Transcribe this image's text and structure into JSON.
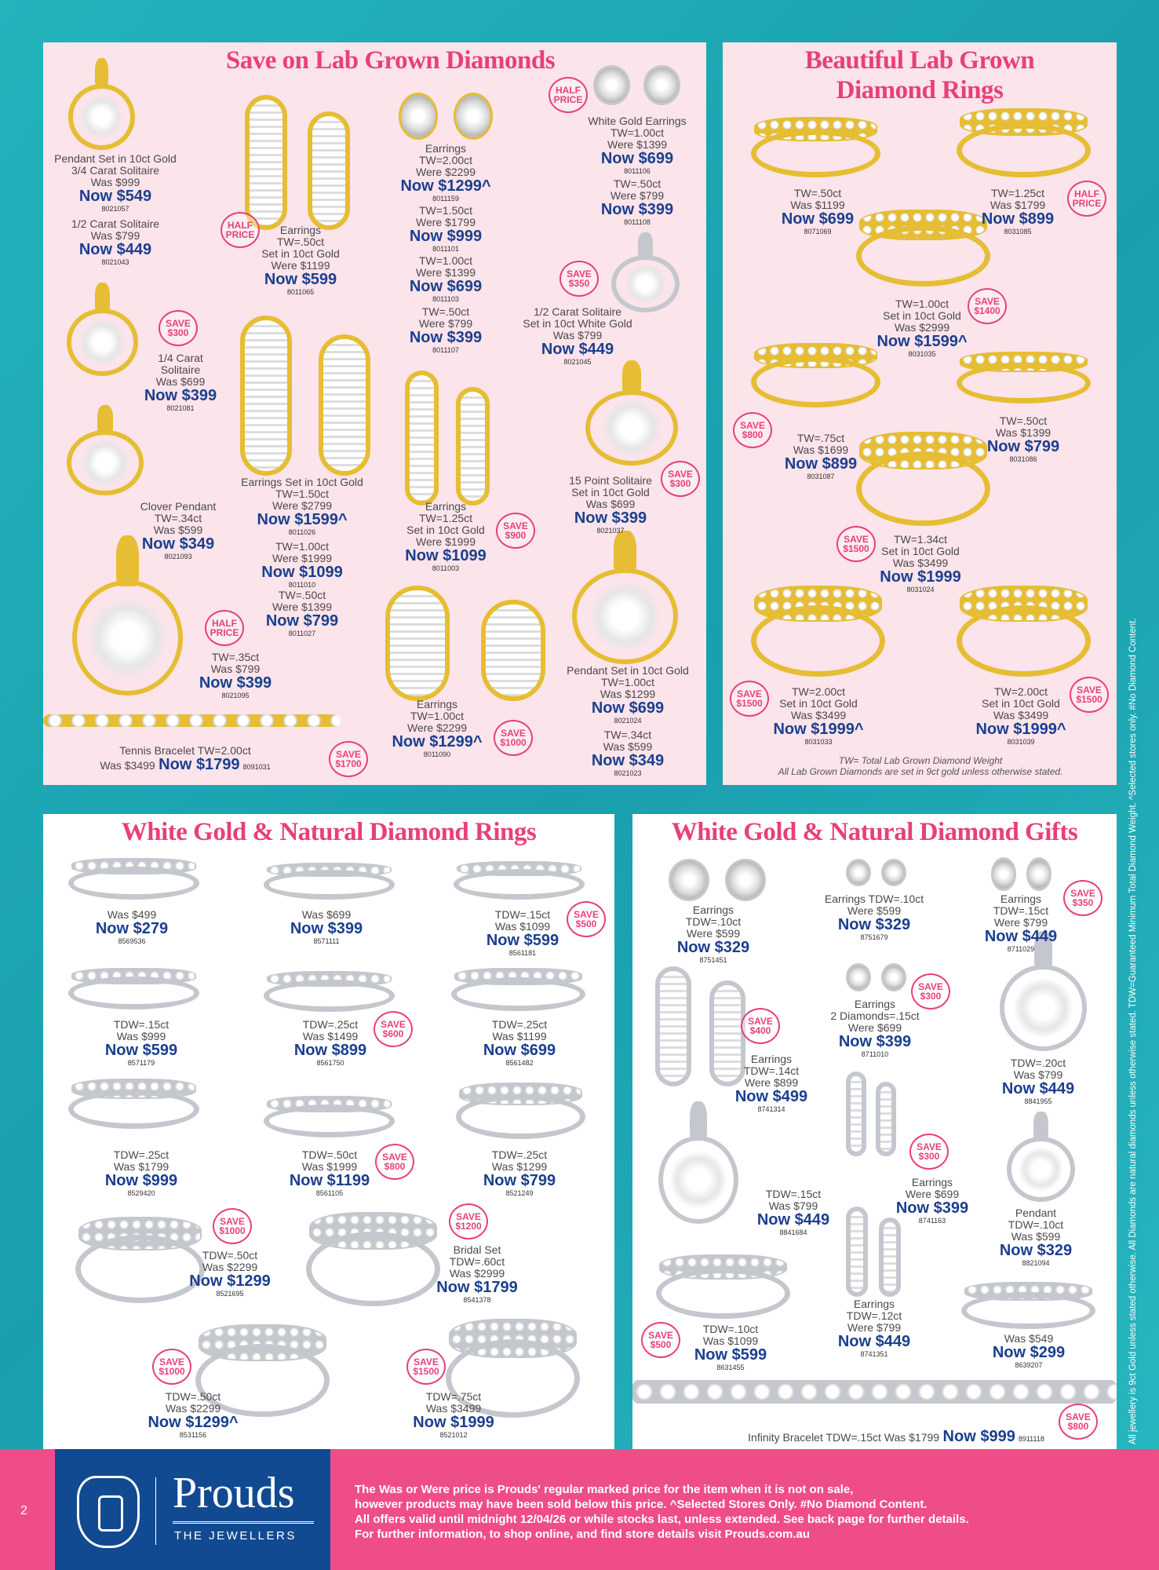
{
  "panels": [
    {
      "title": "Save on Lab Grown Diamonds",
      "products": [
        {
          "lines": [
            "Pendant Set in 10ct Gold",
            "3/4 Carat Solitaire",
            "Was $999"
          ],
          "now": "Now $549",
          "code": "8021057"
        },
        {
          "lines": [
            "1/2 Carat Solitaire",
            "Was $799"
          ],
          "now": "Now $449",
          "code": "8021043"
        },
        {
          "lines": [
            "Earrings",
            "TW=.50ct",
            "Set in 10ct Gold",
            "Were $1199"
          ],
          "now": "Now $599",
          "code": "8011065",
          "badge": [
            "HALF",
            "PRICE"
          ]
        },
        {
          "lines": [
            "Earrings",
            "TW=2.00ct",
            "Were $2299"
          ],
          "now": "Now $1299^",
          "code": "8011159"
        },
        {
          "lines": [
            "TW=1.50ct",
            "Were $1799"
          ],
          "now": "Now $999",
          "code": "8011101"
        },
        {
          "lines": [
            "TW=1.00ct",
            "Were $1399"
          ],
          "now": "Now $699",
          "code": "8011103"
        },
        {
          "lines": [
            "TW=.50ct",
            "Were $799"
          ],
          "now": "Now $399",
          "code": "8011107"
        },
        {
          "lines": [
            "White Gold Earrings",
            "TW=1.00ct",
            "Were $1399"
          ],
          "now": "Now $699",
          "code": "8011106",
          "badge": [
            "HALF",
            "PRICE"
          ]
        },
        {
          "lines": [
            "TW=.50ct",
            "Were $799"
          ],
          "now": "Now $399",
          "code": "8011108"
        },
        {
          "lines": [
            "1/2 Carat Solitaire",
            "Set in 10ct White Gold",
            "Was $799"
          ],
          "now": "Now $449",
          "code": "8021045",
          "badge": [
            "SAVE",
            "$350"
          ]
        },
        {
          "lines": [
            "1/4 Carat",
            "Solitaire",
            "Was $699"
          ],
          "now": "Now $399",
          "code": "8021081",
          "badge": [
            "SAVE",
            "$300"
          ]
        },
        {
          "lines": [
            "Clover Pendant",
            "TW=.34ct",
            "Was $599"
          ],
          "now": "Now $349",
          "code": "8021093"
        },
        {
          "lines": [
            "Earrings Set in 10ct Gold",
            "TW=1.50ct",
            "Were $2799"
          ],
          "now": "Now $1599^",
          "code": "8011026"
        },
        {
          "lines": [
            "TW=1.00ct",
            "Were $1999"
          ],
          "now": "Now $1099",
          "code": "8011010"
        },
        {
          "lines": [
            "TW=.50ct",
            "Were $1399"
          ],
          "now": "Now $799",
          "code": "8011027"
        },
        {
          "lines": [
            "TW=.35ct",
            "Was $799"
          ],
          "now": "Now $399",
          "code": "8021095",
          "badge": [
            "HALF",
            "PRICE"
          ]
        },
        {
          "lines": [
            "Tennis Bracelet TW=2.00ct"
          ],
          "prefix": "Was $3499",
          "now": "Now $1799",
          "code": "8091031",
          "badge": [
            "SAVE",
            "$1700"
          ]
        },
        {
          "lines": [
            "Earrings",
            "TW=1.25ct",
            "Set in 10ct Gold",
            "Were $1999"
          ],
          "now": "Now $1099",
          "code": "8011003",
          "badge": [
            "SAVE",
            "$900"
          ]
        },
        {
          "lines": [
            "15 Point Solitaire",
            "Set in 10ct Gold",
            "Was $699"
          ],
          "now": "Now $399",
          "code": "8021037",
          "badge": [
            "SAVE",
            "$300"
          ]
        },
        {
          "lines": [
            "Earrings",
            "TW=1.00ct",
            "Were $2299"
          ],
          "now": "Now $1299^",
          "code": "8011090",
          "badge": [
            "SAVE",
            "$1000"
          ]
        },
        {
          "lines": [
            "Pendant Set in 10ct Gold",
            "TW=1.00ct",
            "Was $1299"
          ],
          "now": "Now $699",
          "code": "8021024"
        },
        {
          "lines": [
            "TW=.34ct",
            "Was $599"
          ],
          "now": "Now $349",
          "code": "8021023"
        }
      ]
    },
    {
      "title": "Beautiful Lab Grown Diamond Rings",
      "footnote": [
        "TW= Total Lab Grown Diamond Weight",
        "All Lab Grown Diamonds are set in 9ct gold unless otherwise stated."
      ],
      "products": [
        {
          "lines": [
            "TW=.50ct",
            "Was $1199"
          ],
          "now": "Now $699",
          "code": "8071069"
        },
        {
          "lines": [
            "TW=1.25ct",
            "Was $1799"
          ],
          "now": "Now $899",
          "code": "8031085",
          "badge": [
            "HALF",
            "PRICE"
          ]
        },
        {
          "lines": [
            "TW=1.00ct",
            "Set in 10ct Gold",
            "Was $2999"
          ],
          "now": "Now $1599^",
          "code": "8031035",
          "badge": [
            "SAVE",
            "$1400"
          ]
        },
        {
          "lines": [
            "TW=.75ct",
            "Was $1699"
          ],
          "now": "Now $899",
          "code": "8031087",
          "badge": [
            "SAVE",
            "$800"
          ]
        },
        {
          "lines": [
            "TW=.50ct",
            "Was $1399"
          ],
          "now": "Now $799",
          "code": "8031086"
        },
        {
          "lines": [
            "TW=1.34ct",
            "Set in 10ct Gold",
            "Was $3499"
          ],
          "now": "Now $1999",
          "code": "8031024",
          "badge": [
            "SAVE",
            "$1500"
          ]
        },
        {
          "lines": [
            "TW=2.00ct",
            "Set in 10ct Gold",
            "Was $3499"
          ],
          "now": "Now $1999^",
          "code": "8031033",
          "badge": [
            "SAVE",
            "$1500"
          ]
        },
        {
          "lines": [
            "TW=2.00ct",
            "Set in 10ct Gold",
            "Was $3499"
          ],
          "now": "Now $1999^",
          "code": "8031039",
          "badge": [
            "SAVE",
            "$1500"
          ]
        }
      ]
    },
    {
      "title": "White Gold & Natural Diamond Rings",
      "products": [
        {
          "lines": [
            "Was $499"
          ],
          "now": "Now $279",
          "code": "8569536"
        },
        {
          "lines": [
            "Was $699"
          ],
          "now": "Now $399",
          "code": "8571111"
        },
        {
          "lines": [
            "TDW=.15ct",
            "Was $1099"
          ],
          "now": "Now $599",
          "code": "8561181",
          "badge": [
            "SAVE",
            "$500"
          ]
        },
        {
          "lines": [
            "TDW=.15ct",
            "Was $999"
          ],
          "now": "Now $599",
          "code": "8571179"
        },
        {
          "lines": [
            "TDW=.25ct",
            "Was $1499"
          ],
          "now": "Now $899",
          "code": "8561750",
          "badge": [
            "SAVE",
            "$600"
          ]
        },
        {
          "lines": [
            "TDW=.25ct",
            "Was $1199"
          ],
          "now": "Now $699",
          "code": "8561482"
        },
        {
          "lines": [
            "TDW=.25ct",
            "Was $1799"
          ],
          "now": "Now $999",
          "code": "8529420"
        },
        {
          "lines": [
            "TDW=.50ct",
            "Was $1999"
          ],
          "now": "Now $1199",
          "code": "8561105",
          "badge": [
            "SAVE",
            "$800"
          ]
        },
        {
          "lines": [
            "TDW=.25ct",
            "Was $1299"
          ],
          "now": "Now $799",
          "code": "8521249"
        },
        {
          "lines": [
            "TDW=.50ct",
            "Was $2299"
          ],
          "now": "Now $1299",
          "code": "8521695",
          "badge": [
            "SAVE",
            "$1000"
          ]
        },
        {
          "lines": [
            "Bridal Set",
            "TDW=.60ct",
            "Was $2999"
          ],
          "now": "Now $1799",
          "code": "8541378",
          "badge": [
            "SAVE",
            "$1200"
          ]
        },
        {
          "lines": [
            "TDW=.50ct",
            "Was $2299"
          ],
          "now": "Now $1299^",
          "code": "8531156",
          "badge": [
            "SAVE",
            "$1000"
          ]
        },
        {
          "lines": [
            "TDW=.75ct",
            "Was $3499"
          ],
          "now": "Now $1999",
          "code": "8521012",
          "badge": [
            "SAVE",
            "$1500"
          ]
        }
      ]
    },
    {
      "title": "White Gold & Natural Diamond Gifts",
      "products": [
        {
          "lines": [
            "Earrings",
            "TDW=.10ct",
            "Were $599"
          ],
          "now": "Now $329",
          "code": "8751451"
        },
        {
          "lines": [
            "Earrings TDW=.10ct",
            "Were $599"
          ],
          "now": "Now $329",
          "code": "8751679"
        },
        {
          "lines": [
            "Earrings",
            "TDW=.15ct",
            "Were $799"
          ],
          "now": "Now $449",
          "code": "8711029",
          "badge": [
            "SAVE",
            "$350"
          ]
        },
        {
          "lines": [
            "Earrings",
            "2 Diamonds=.15ct",
            "Were $699"
          ],
          "now": "Now $399",
          "code": "8711010",
          "badge": [
            "SAVE",
            "$300"
          ]
        },
        {
          "lines": [
            "Earrings",
            "TDW=.14ct",
            "Were $899"
          ],
          "now": "Now $499",
          "code": "8741314",
          "badge": [
            "SAVE",
            "$400"
          ]
        },
        {
          "lines": [
            "TDW=.20ct",
            "Was $799"
          ],
          "now": "Now $449",
          "code": "8841955"
        },
        {
          "lines": [
            "TDW=.15ct",
            "Was $799"
          ],
          "now": "Now $449",
          "code": "8841684"
        },
        {
          "lines": [
            "Earrings",
            "Were $699"
          ],
          "now": "Now $399",
          "code": "8741163",
          "badge": [
            "SAVE",
            "$300"
          ]
        },
        {
          "lines": [
            "Pendant",
            "TDW=.10ct",
            "Was $599"
          ],
          "now": "Now $329",
          "code": "8821094"
        },
        {
          "lines": [
            "TDW=.10ct",
            "Was $1099"
          ],
          "now": "Now $599",
          "code": "8631455",
          "badge": [
            "SAVE",
            "$500"
          ]
        },
        {
          "lines": [
            "Earrings",
            "TDW=.12ct",
            "Were $799"
          ],
          "now": "Now $449",
          "code": "8741351"
        },
        {
          "lines": [
            "Was $549"
          ],
          "now": "Now $299",
          "code": "8639207"
        },
        {
          "lines": [],
          "prefix": "Infinity Bracelet TDW=.15ct Was $1799",
          "now": "Now $999",
          "code": "8911118",
          "badge": [
            "SAVE",
            "$800"
          ]
        }
      ]
    }
  ],
  "side_note": "All jewellery is 9ct Gold unless stated otherwise. All Diamonds are natural diamonds unless otherwise stated. TDW=Guaranteed Minimum Total Diamond Weight. ^Selected stores only. #No Diamond Content.",
  "footer": {
    "page_number": "2",
    "brand": "Prouds",
    "tagline": "THE JEWELLERS",
    "disclaimer": [
      "The Was or Were price is Prouds' regular marked price for the item when it is not on sale,",
      "however products may have been sold below this price. ^Selected Stores Only.  #No Diamond Content.",
      "All offers valid until midnight 12/04/26 or while stocks last, unless extended.  See back page for further details.",
      "For further information, to shop online, and find store details visit Prouds.com.au"
    ]
  },
  "colors": {
    "accent_pink": "#e83f7b",
    "price_blue": "#1b3f8f",
    "footer_pink": "#ef4d88",
    "brand_blue": "#124a91",
    "background_teal": "#1fa9b4"
  }
}
